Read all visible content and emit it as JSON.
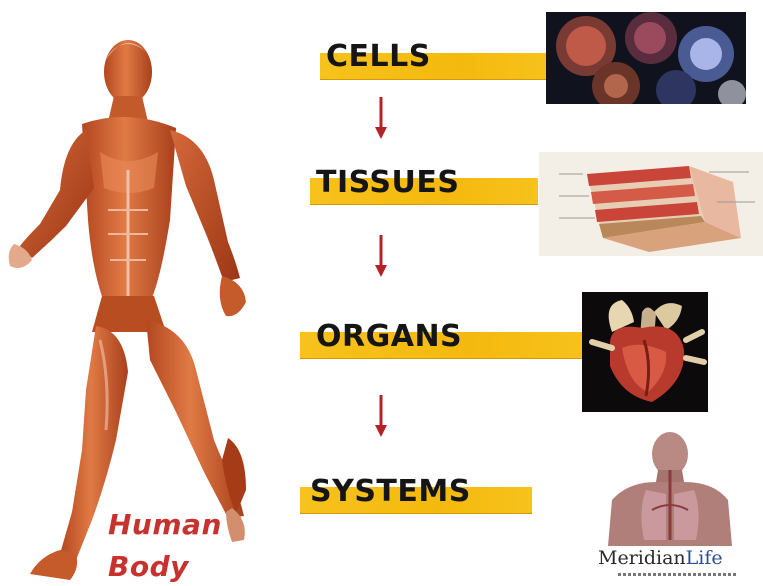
{
  "caption": {
    "line1": "Human",
    "line2": "Body"
  },
  "levels": [
    {
      "label": "CELLS"
    },
    {
      "label": "TISSUES"
    },
    {
      "label": "ORGANS"
    },
    {
      "label": "SYSTEMS"
    }
  ],
  "colors": {
    "bar": "#f4b90e",
    "arrow": "#b32226",
    "caption": "#c8322e",
    "label": "#151515"
  },
  "brand": {
    "name_a": "Meridian",
    "name_b": "Life"
  },
  "icons": [
    "human-body-icon",
    "cells-image",
    "tissue-image",
    "heart-organ-image",
    "body-systems-image"
  ]
}
